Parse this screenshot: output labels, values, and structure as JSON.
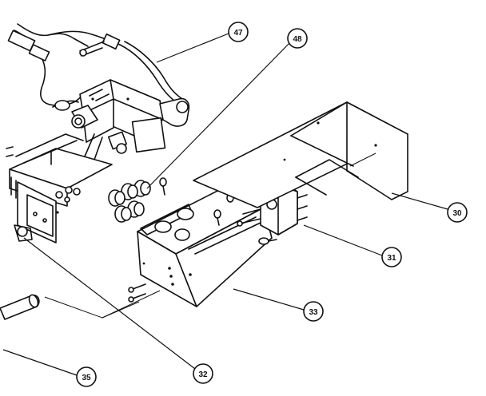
{
  "callouts": [
    {
      "id": "c47",
      "label": "47"
    },
    {
      "id": "c48",
      "label": "48"
    },
    {
      "id": "c30",
      "label": "30"
    },
    {
      "id": "c31",
      "label": "31"
    },
    {
      "id": "c33",
      "label": "33"
    },
    {
      "id": "c32",
      "label": "32"
    },
    {
      "id": "c35",
      "label": "35"
    }
  ]
}
